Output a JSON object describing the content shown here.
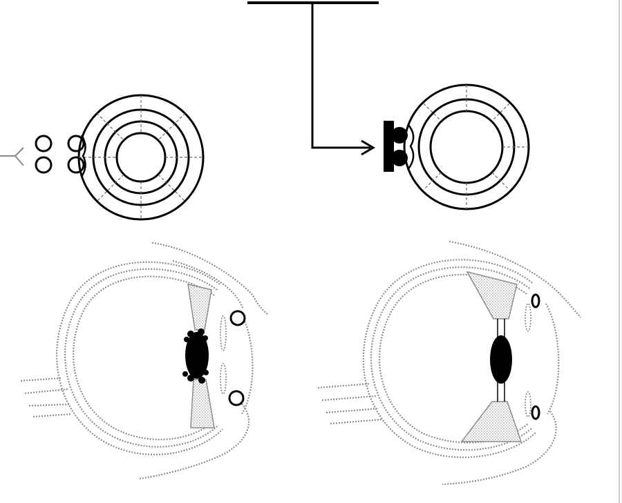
{
  "colors": {
    "ink": "#000000",
    "stipple": "#8c8c8c",
    "stipple_fill": "#c9c9c9",
    "paper": "#ffffff"
  },
  "panels": [
    {
      "id": "ring-cross-section-open",
      "icon": "concentric-ring-icon"
    },
    {
      "id": "ring-cross-section-blocked",
      "icon": "concentric-ring-icon"
    },
    {
      "id": "eye-section-left",
      "icon": "eyeball-icon"
    },
    {
      "id": "eye-section-right",
      "icon": "eyeball-icon"
    }
  ]
}
